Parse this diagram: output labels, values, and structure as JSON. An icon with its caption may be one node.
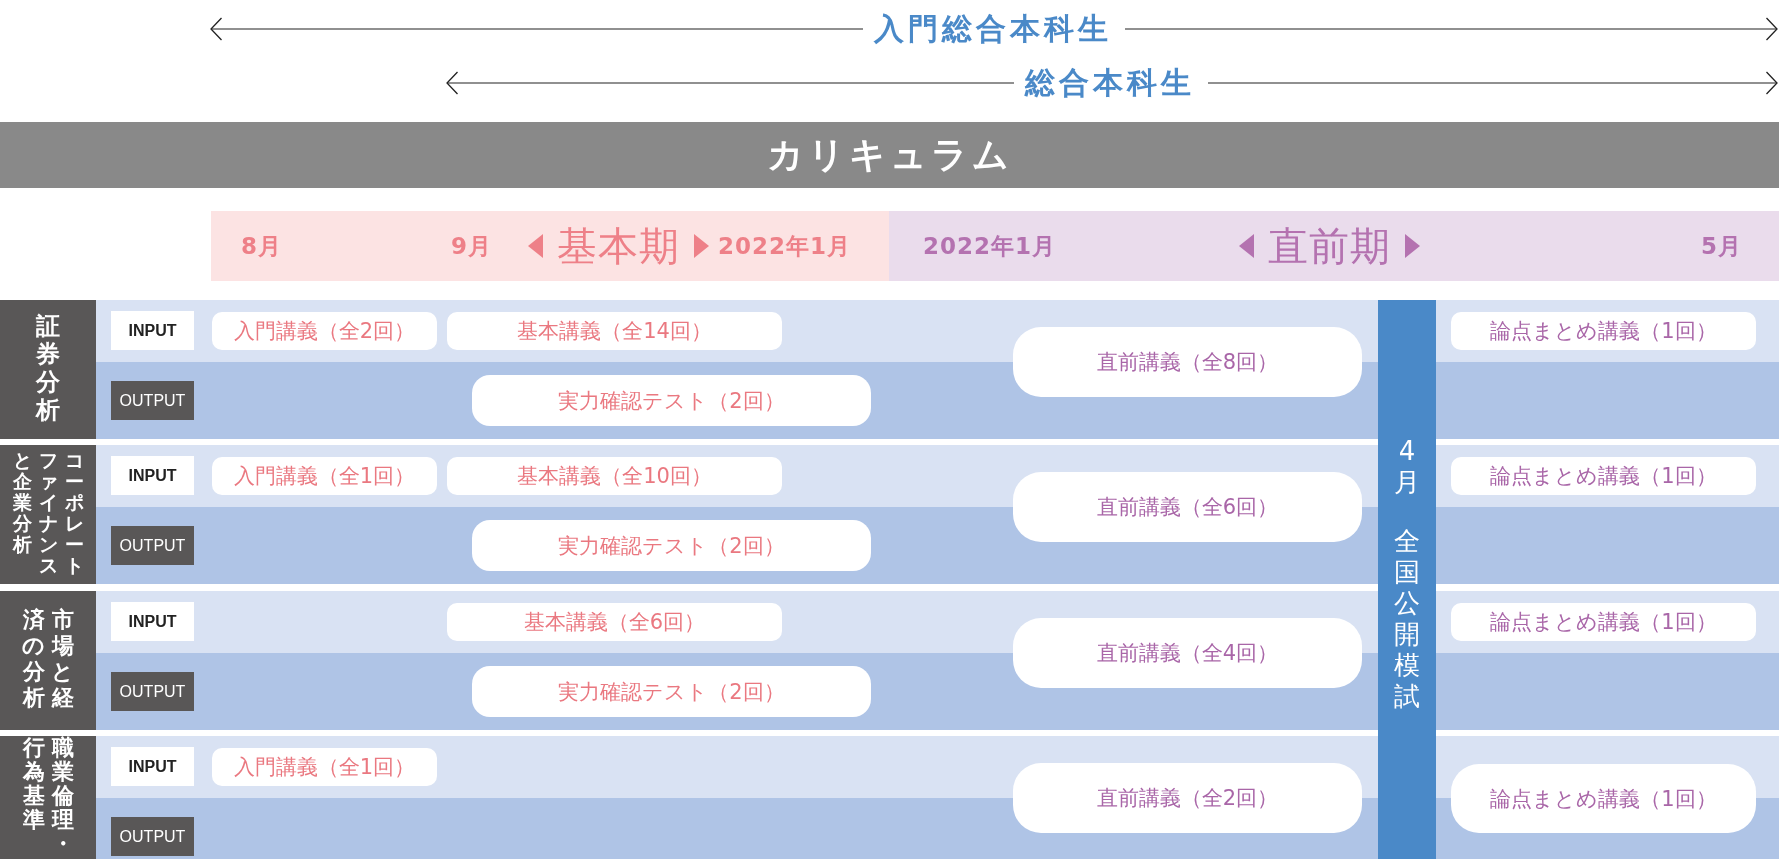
{
  "diagram": {
    "title": "カリキュラム",
    "nodes": [
      {
        "text": [
          "8月",
          "9月",
          "基本期",
          "2022年1月"
        ]
      },
      {
        "text": [
          "2022年1月",
          "直前期",
          "5月"
        ]
      },
      {
        "text": [
          "証券分析"
        ]
      },
      {
        "text": [
          "INPUT"
        ]
      },
      {
        "text": [
          "入門講義（全2回）"
        ]
      },
      {
        "text": [
          "基本講義（全14回）"
        ]
      },
      {
        "text": [
          "直前講義（全8回）"
        ]
      },
      {
        "text": [
          "4月",
          "全国公開模試"
        ]
      },
      {
        "text": [
          "論点まとめ講義（1回）"
        ]
      },
      {
        "text": [
          "OUTPUT"
        ]
      },
      {
        "text": [
          "実力確認テスト（2回）"
        ]
      },
      {
        "text": [
          "コーポレートファイナンスと企業分析"
        ]
      },
      {
        "text": [
          "INPUT"
        ]
      },
      {
        "text": [
          "入門講義（全1回）"
        ]
      },
      {
        "text": [
          "基本講義（全10回）"
        ]
      },
      {
        "text": [
          "直前講義（全6回）"
        ]
      },
      {
        "text": [
          "論点まとめ講義（1回）"
        ]
      },
      {
        "text": [
          "OUTPUT"
        ]
      },
      {
        "text": [
          "実力確認テスト（2回）"
        ]
      },
      {
        "text": [
          "市場と経済の分析"
        ]
      },
      {
        "text": [
          "INPUT"
        ]
      },
      {
        "text": [
          "基本講義（全6回）"
        ]
      },
      {
        "text": [
          "直前講義（全4回）"
        ]
      },
      {
        "text": [
          "論点まとめ講義（1回）"
        ]
      },
      {
        "text": [
          "OUTPUT"
        ]
      },
      {
        "text": [
          "実力確認テスト（2回）"
        ]
      },
      {
        "text": [
          "職業倫理・行為基準"
        ]
      },
      {
        "text": [
          "INPUT"
        ]
      },
      {
        "text": [
          "入門講義（全1回）"
        ]
      },
      {
        "text": [
          "直前講義（全2回）"
        ]
      },
      {
        "text": [
          "論点まとめ講義（1回）"
        ]
      },
      {
        "text": [
          "OUTPUT"
        ]
      }
    ],
    "labels": [
      "入門総合本科生",
      "総合本科生"
    ]
  }
}
